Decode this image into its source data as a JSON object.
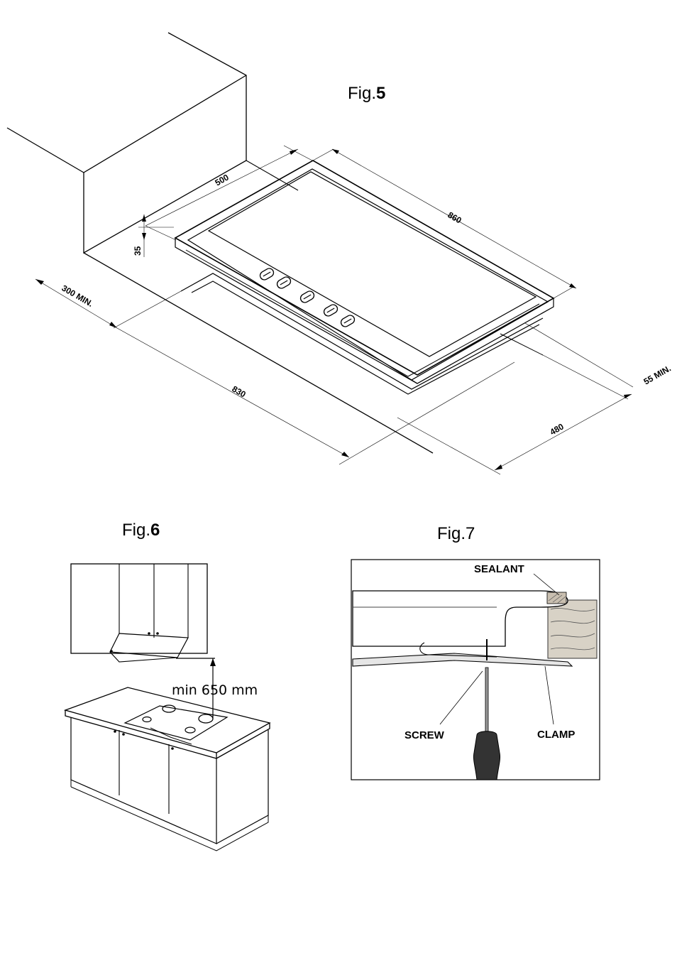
{
  "fig5": {
    "title_prefix": "Fig.",
    "title_number": "5",
    "dims": {
      "d500": "500",
      "d860": "860",
      "d35": "35",
      "d300": "300 MIN.",
      "d830": "830",
      "d55": "55 MIN.",
      "d480": "480"
    }
  },
  "fig6": {
    "title_prefix": "Fig.",
    "title_number": "6",
    "clearance": "min 650 mm"
  },
  "fig7": {
    "title": "Fig.7",
    "labels": {
      "sealant": "SEALANT",
      "screw": "SCREW",
      "clamp": "CLAMP"
    }
  }
}
